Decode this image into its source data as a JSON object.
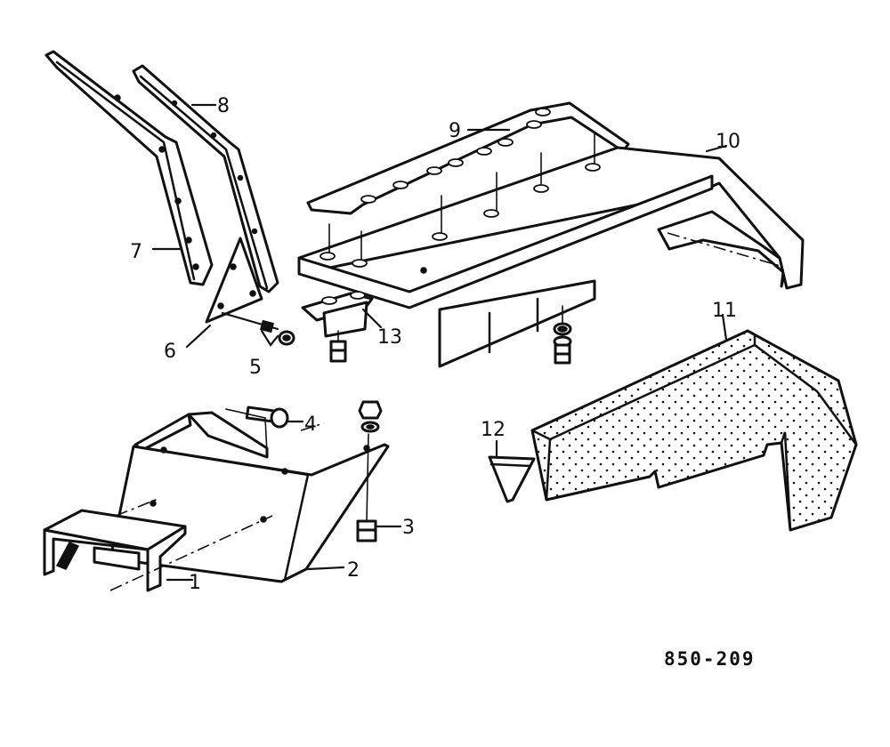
{
  "figure": {
    "reference_code": "850-209",
    "callouts": [
      "1",
      "2",
      "3",
      "4",
      "5",
      "6",
      "7",
      "8",
      "9",
      "10",
      "11",
      "12",
      "13"
    ]
  },
  "colors": {
    "ink": "#111111",
    "paper": "#ffffff"
  }
}
